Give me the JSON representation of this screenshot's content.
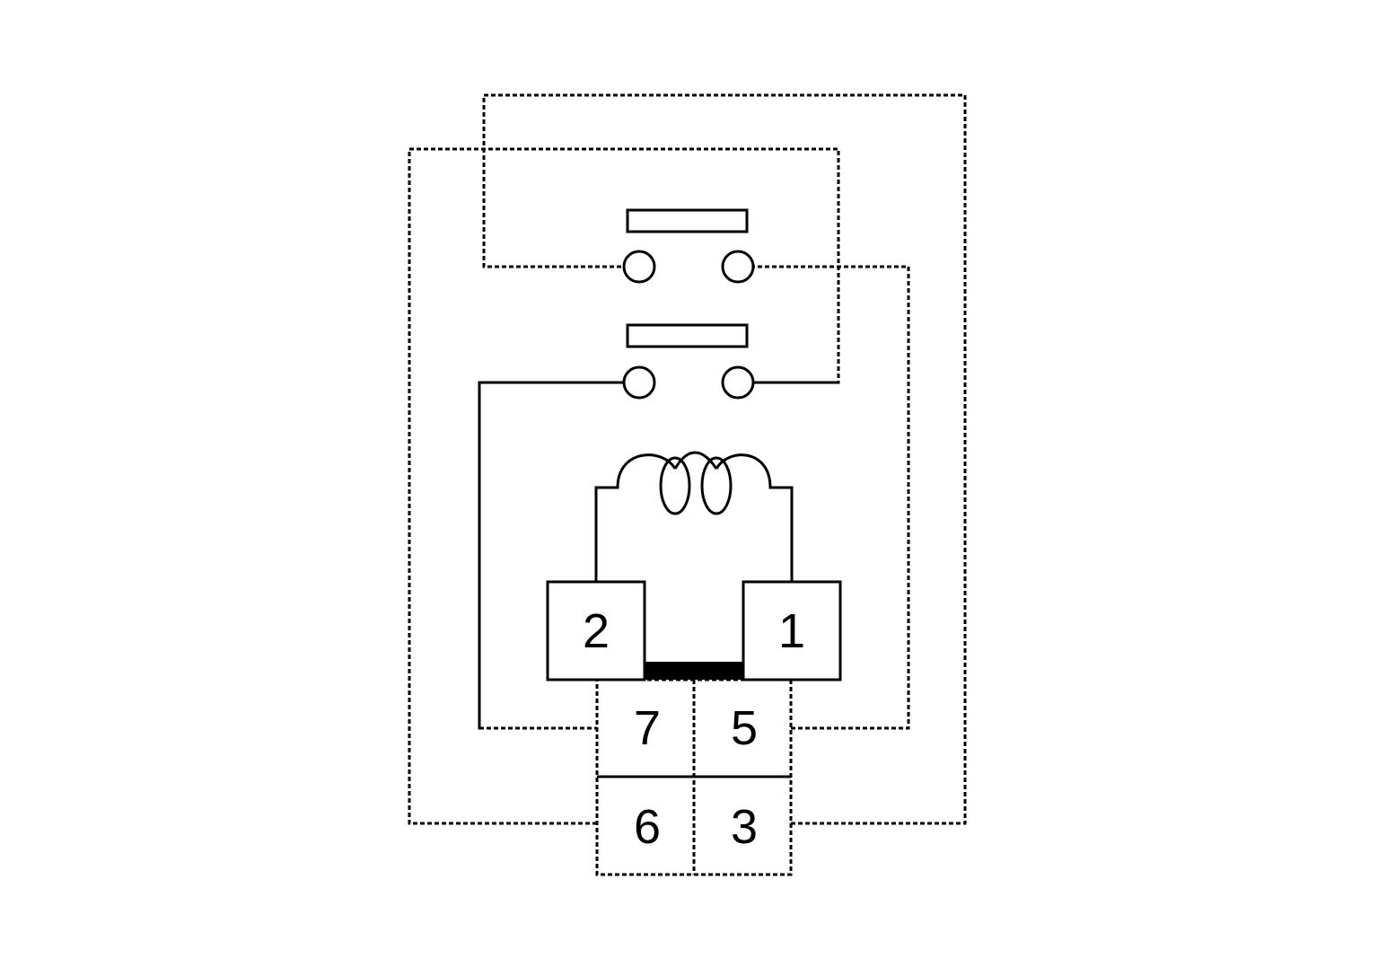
{
  "colors": {
    "background": "#ffffff",
    "line": "#000000"
  },
  "terminals": {
    "t1": "1",
    "t2": "2",
    "t3": "3",
    "t5": "5",
    "t6": "6",
    "t7": "7"
  }
}
